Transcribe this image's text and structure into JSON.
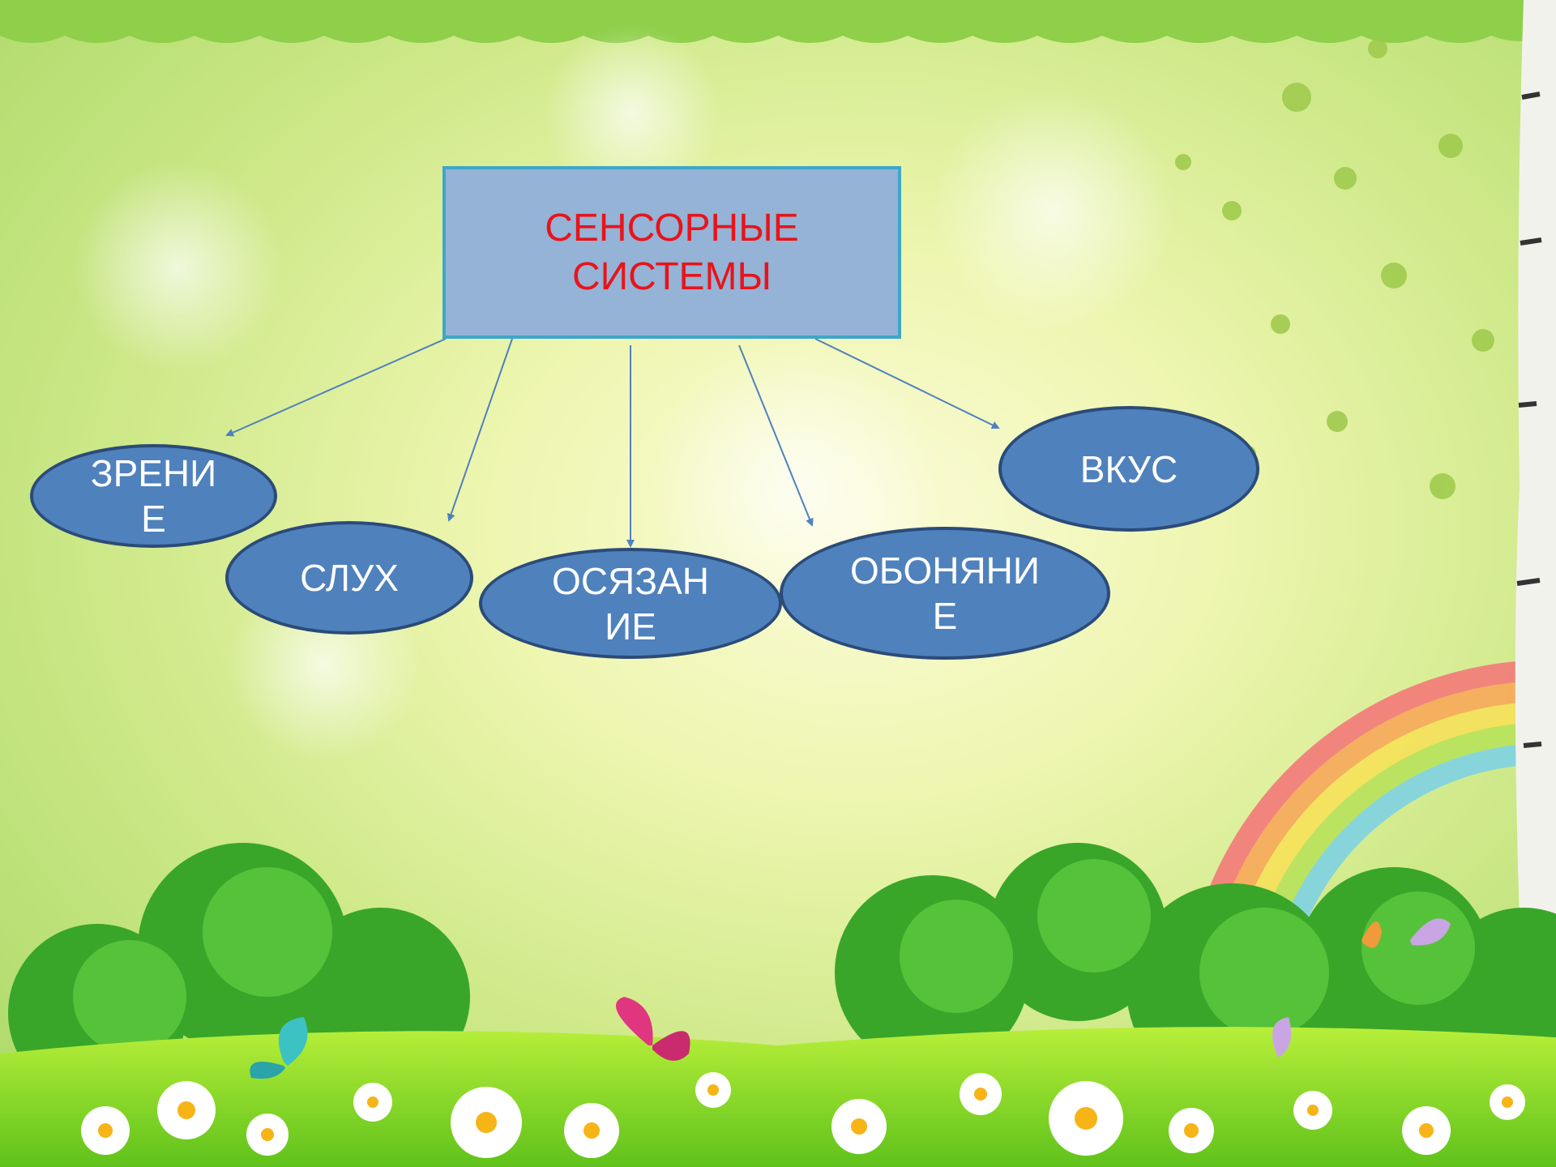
{
  "diagram": {
    "root": {
      "label": "СЕНСОРНЫЕ СИСТЕМЫ",
      "text_color": "#e8141a",
      "fill": "#94b3d6",
      "border": "#3ea7c8"
    },
    "nodes": [
      {
        "id": "vision",
        "label": "ЗРЕНИ Е"
      },
      {
        "id": "hearing",
        "label": "СЛУХ"
      },
      {
        "id": "touch",
        "label": "ОСЯЗАН ИЕ"
      },
      {
        "id": "smell",
        "label": "ОБОНЯНИ Е"
      },
      {
        "id": "taste",
        "label": "ВКУС"
      }
    ],
    "node_fill": "#4f81bd",
    "node_border": "#2b4b78",
    "arrow_color": "#4f81bd"
  }
}
